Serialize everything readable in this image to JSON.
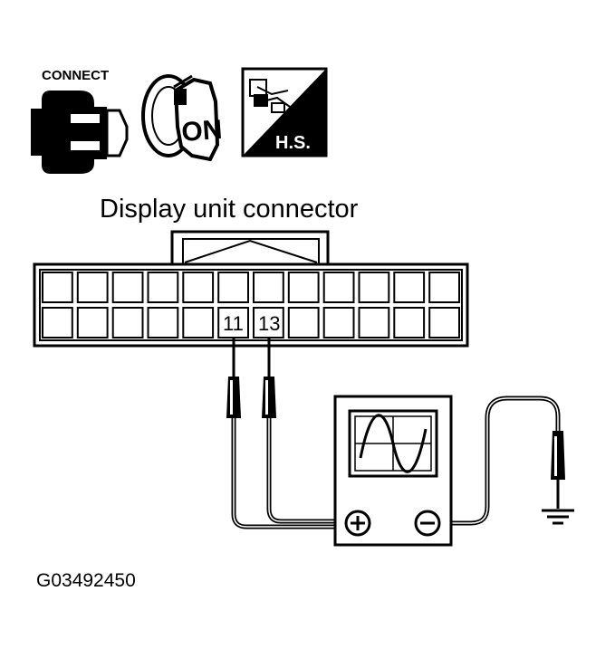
{
  "icons": {
    "connect_label": "CONNECT",
    "key_label": "ON",
    "hs_label": "H.S."
  },
  "connector": {
    "title": "Display unit connector",
    "pin_a": "11",
    "pin_b": "13"
  },
  "meter": {
    "plus_symbol": "+",
    "minus_symbol": "−"
  },
  "figure_id": "G03492450"
}
